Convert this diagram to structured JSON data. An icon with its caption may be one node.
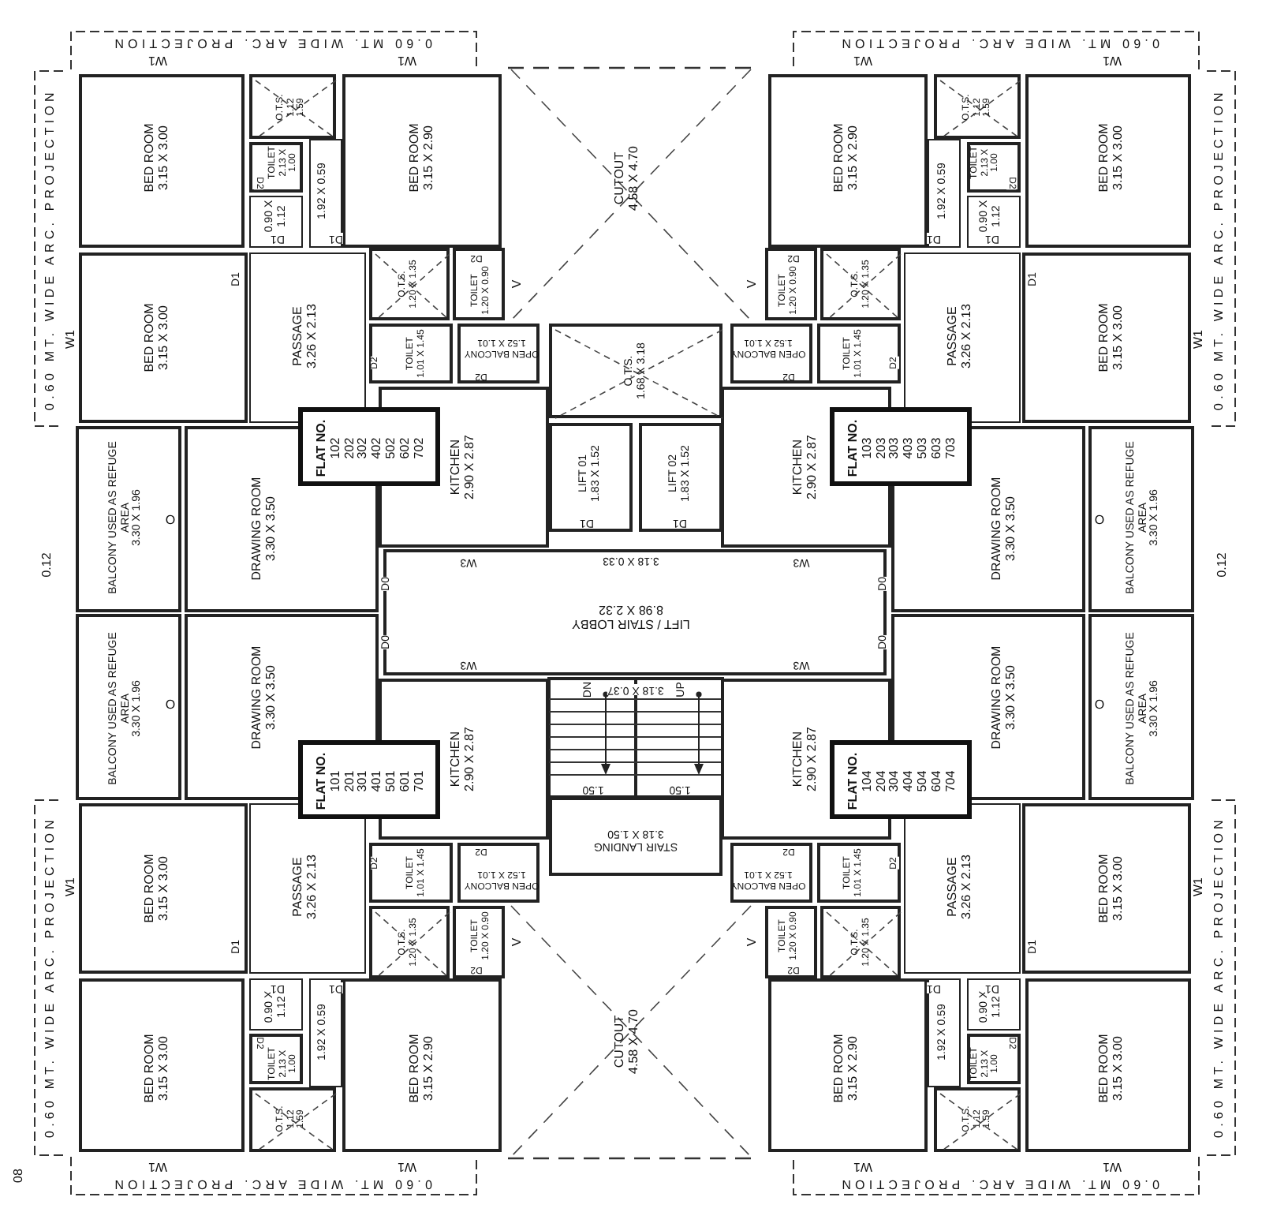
{
  "diagram": {
    "nodes": [
      {
        "text": [
          "BED ROOM",
          "3.15 X 3.00"
        ]
      },
      {
        "text": [
          "O.T.S.",
          "1.12",
          "1.59"
        ]
      },
      {
        "text": [
          "TOILET",
          "2.13 X 1.00"
        ]
      },
      {
        "text": [
          "0.90 X 1.12"
        ]
      },
      {
        "text": [
          "1.92 X 0.59"
        ]
      },
      {
        "text": [
          "BED ROOM",
          "3.15 X 2.90"
        ]
      },
      {
        "text": [
          "BED ROOM",
          "3.15 X 3.00"
        ]
      },
      {
        "text": [
          "PASSAGE",
          "3.26 X 2.13"
        ]
      },
      {
        "text": [
          "O.T.S.",
          "1.20 X 1.35"
        ]
      },
      {
        "text": [
          "TOILET",
          "1.20 X 0.90"
        ]
      },
      {
        "text": [
          "TOILET",
          "1.01 X 1.45"
        ]
      },
      {
        "text": [
          "OPEN BALCONY",
          "1.52 X 1.01"
        ]
      },
      {
        "text": [
          "FLAT NO.",
          "102 202 302 402 502 602 702"
        ]
      },
      {
        "text": [
          "KITCHEN",
          "2.90 X 2.87"
        ]
      },
      {
        "text": [
          "DRAWING ROOM",
          "3.30 X 3.50"
        ]
      },
      {
        "text": [
          "BALCONY USED AS REFUGE AREA",
          "3.30 X 1.96"
        ]
      },
      {
        "text": [
          "BED ROOM",
          "3.15 X 3.00"
        ]
      },
      {
        "text": [
          "O.T.S.",
          "1.12",
          "1.59"
        ]
      },
      {
        "text": [
          "TOILET",
          "2.13 X 1.00"
        ]
      },
      {
        "text": [
          "0.90 X 1.12"
        ]
      },
      {
        "text": [
          "1.92 X 0.59"
        ]
      },
      {
        "text": [
          "BED ROOM",
          "3.15 X 2.90"
        ]
      },
      {
        "text": [
          "BED ROOM",
          "3.15 X 3.00"
        ]
      },
      {
        "text": [
          "PASSAGE",
          "3.26 X 2.13"
        ]
      },
      {
        "text": [
          "O.T.S.",
          "1.20 X 1.35"
        ]
      },
      {
        "text": [
          "TOILET",
          "1.20 X 0.90"
        ]
      },
      {
        "text": [
          "TOILET",
          "1.01 X 1.45"
        ]
      },
      {
        "text": [
          "OPEN BALCONY",
          "1.52 X 1.01"
        ]
      },
      {
        "text": [
          "FLAT NO.",
          "103 203 303 403 503 603 703"
        ]
      },
      {
        "text": [
          "KITCHEN",
          "2.90 X 2.87"
        ]
      },
      {
        "text": [
          "DRAWING ROOM",
          "3.30 X 3.50"
        ]
      },
      {
        "text": [
          "BALCONY USED AS REFUGE AREA",
          "3.30 X 1.96"
        ]
      },
      {
        "text": [
          "CUTOUT",
          "4.58 X 4.70"
        ]
      },
      {
        "text": [
          "O.T.S.",
          "1.68 X 3.18"
        ]
      },
      {
        "text": [
          "LIFT 01",
          "1.83 X 1.52"
        ]
      },
      {
        "text": [
          "LIFT 02",
          "1.83 X 1.52"
        ]
      },
      {
        "text": [
          "LIFT / STAIR LOBBY",
          "8.98 X 2.32"
        ]
      },
      {
        "text": [
          "STAIR LANDING",
          "3.18 X 1.50"
        ]
      },
      {
        "text": [
          "CUTOUT",
          "4.58 X 4.70"
        ]
      },
      {
        "text": [
          "BED ROOM",
          "3.15 X 3.00"
        ]
      },
      {
        "text": [
          "O.T.S.",
          "1.12",
          "1.59"
        ]
      },
      {
        "text": [
          "TOILET",
          "2.13 X 1.00"
        ]
      },
      {
        "text": [
          "0.90 X 1.12"
        ]
      },
      {
        "text": [
          "1.92 X 0.59"
        ]
      },
      {
        "text": [
          "BED ROOM",
          "3.15 X 2.90"
        ]
      },
      {
        "text": [
          "BED ROOM",
          "3.15 X 3.00"
        ]
      },
      {
        "text": [
          "PASSAGE",
          "3.26 X 2.13"
        ]
      },
      {
        "text": [
          "O.T.S.",
          "1.20 X 1.35"
        ]
      },
      {
        "text": [
          "TOILET",
          "1.20 X 0.90"
        ]
      },
      {
        "text": [
          "TOILET",
          "1.01 X 1.45"
        ]
      },
      {
        "text": [
          "OPEN BALCONY",
          "1.52 X 1.01"
        ]
      },
      {
        "text": [
          "FLAT NO.",
          "101 201 301 401 501 601 701"
        ]
      },
      {
        "text": [
          "KITCHEN",
          "2.90 X 2.87"
        ]
      },
      {
        "text": [
          "DRAWING ROOM",
          "3.30 X 3.50"
        ]
      },
      {
        "text": [
          "BALCONY USED AS REFUGE AREA",
          "3.30 X 1.96"
        ]
      },
      {
        "text": [
          "BED ROOM",
          "3.15 X 3.00"
        ]
      },
      {
        "text": [
          "O.T.S.",
          "1.12",
          "1.59"
        ]
      },
      {
        "text": [
          "TOILET",
          "2.13 X 1.00"
        ]
      },
      {
        "text": [
          "0.90 X 1.12"
        ]
      },
      {
        "text": [
          "1.92 X 0.59"
        ]
      },
      {
        "text": [
          "BED ROOM",
          "3.15 X 2.90"
        ]
      },
      {
        "text": [
          "BED ROOM",
          "3.15 X 3.00"
        ]
      },
      {
        "text": [
          "PASSAGE",
          "3.26 X 2.13"
        ]
      },
      {
        "text": [
          "O.T.S.",
          "1.20 X 1.35"
        ]
      },
      {
        "text": [
          "TOILET",
          "1.20 X 0.90"
        ]
      },
      {
        "text": [
          "TOILET",
          "1.01 X 1.45"
        ]
      },
      {
        "text": [
          "OPEN BALCONY",
          "1.52 X 1.01"
        ]
      },
      {
        "text": [
          "FLAT NO.",
          "104 204 304 404 504 604 704"
        ]
      },
      {
        "text": [
          "KITCHEN",
          "2.90 X 2.87"
        ]
      },
      {
        "text": [
          "DRAWING ROOM",
          "3.30 X 3.50"
        ]
      },
      {
        "text": [
          "BALCONY USED AS REFUGE AREA",
          "3.30 X 1.96"
        ]
      }
    ],
    "labels": [
      "0.60 MT. WIDE ARC. PROJECTION",
      "W1",
      "W1",
      "0.60 MT. WIDE ARC. PROJECTION",
      "W1",
      "D2",
      "D1",
      "D1",
      "D1",
      "D2",
      "V",
      "D2",
      "D2",
      "O",
      "W3",
      "D0",
      "0.60 MT. WIDE ARC. PROJECTION",
      "W1",
      "W1",
      "0.60 MT. WIDE ARC. PROJECTION",
      "W1",
      "D2",
      "D1",
      "D1",
      "D1",
      "D2",
      "V",
      "D2",
      "D2",
      "O",
      "W3",
      "D0",
      "0.12",
      "0.12",
      "D1",
      "D1",
      "3.18 X 0.33",
      "DN",
      "3.18 X 0.37",
      "UP",
      "1.50",
      "1.50",
      "0.60 MT. WIDE ARC. PROJECTION",
      "W1",
      "W1",
      "0.60 MT. WIDE ARC. PROJECTION",
      "W1",
      "D2",
      "D1",
      "D1",
      "D1",
      "D2",
      "V",
      "D2",
      "D2",
      "O",
      "W3",
      "D0",
      "0.60 MT. WIDE ARC. PROJECTION",
      "W1",
      "W1",
      "0.60 MT. WIDE ARC. PROJECTION",
      "W1",
      "D2",
      "D1",
      "D1",
      "D1",
      "D2",
      "V",
      "D2",
      "D2",
      "O",
      "W3",
      "D0",
      "08"
    ]
  }
}
